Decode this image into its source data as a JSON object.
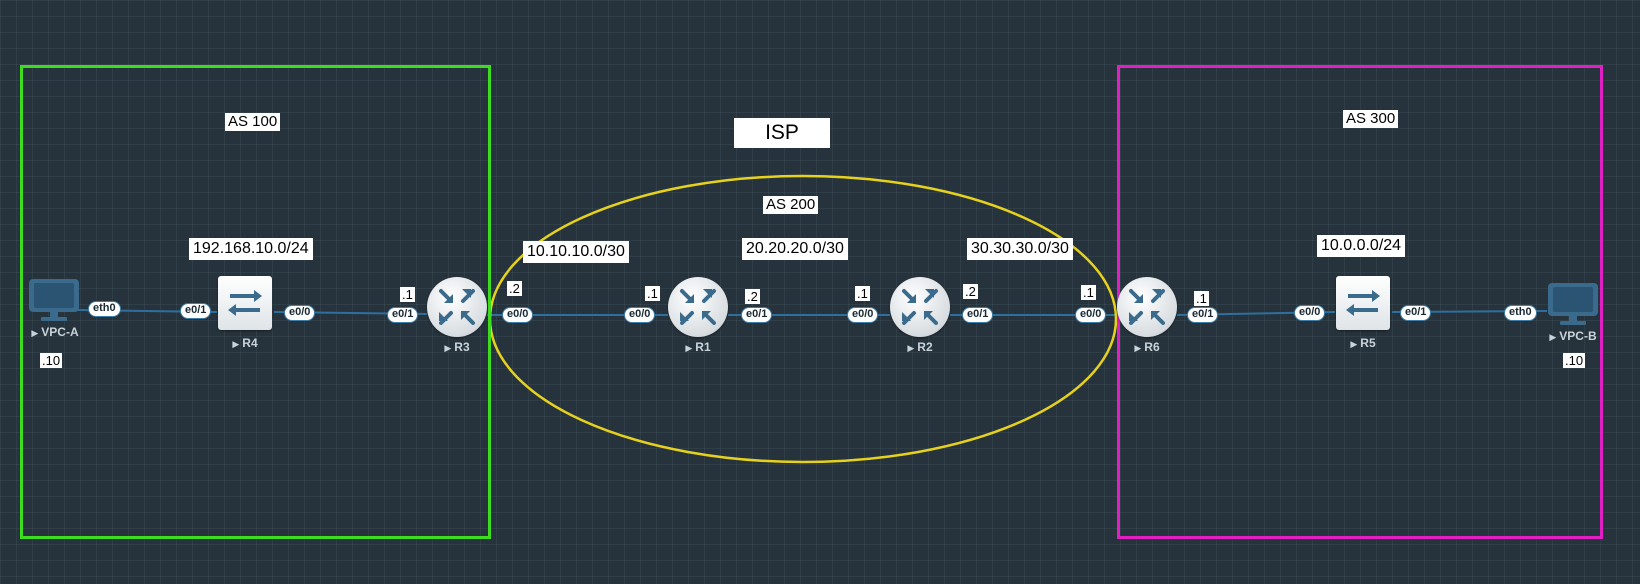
{
  "colors": {
    "background": "#26333c",
    "link": "#2e6f9e",
    "as100_border": "#3ddc1f",
    "as300_border": "#e01fc4",
    "isp_ellipse": "#e6d21e",
    "device_icon": "#3a6b8c"
  },
  "zones": {
    "as100": {
      "label": "AS 100"
    },
    "isp": {
      "title": "ISP",
      "label": "AS 200"
    },
    "as300": {
      "label": "AS 300"
    }
  },
  "subnets": {
    "lan_a": "192.168.10.0/24",
    "r3_r1": "10.10.10.0/30",
    "r1_r2": "20.20.20.0/30",
    "r2_r6": "30.30.30.0/30",
    "lan_b": "10.0.0.0/24"
  },
  "hosts": {
    "vpc_a": {
      "name": "VPC-A",
      "ip_suffix": ".10",
      "icon": "monitor-icon"
    },
    "vpc_b": {
      "name": "VPC-B",
      "ip_suffix": ".10",
      "icon": "monitor-icon"
    }
  },
  "devices": {
    "r4": {
      "name": "R4",
      "icon": "switch-icon"
    },
    "r3": {
      "name": "R3",
      "icon": "router-icon"
    },
    "r1": {
      "name": "R1",
      "icon": "router-icon"
    },
    "r2": {
      "name": "R2",
      "icon": "router-icon"
    },
    "r6": {
      "name": "R6",
      "icon": "router-icon"
    },
    "r5": {
      "name": "R5",
      "icon": "switch-icon"
    }
  },
  "ports": {
    "vpca_eth0": "eth0",
    "r4_left": "e0/1",
    "r4_right": "e0/0",
    "r3_left": "e0/1",
    "r3_right": "e0/0",
    "r1_left": "e0/0",
    "r1_right": "e0/1",
    "r2_left": "e0/0",
    "r2_right": "e0/1",
    "r6_left": "e0/0",
    "r6_right": "e0/1",
    "r5_left": "e0/0",
    "r5_right": "e0/1",
    "vpcb_eth0": "eth0"
  },
  "ip_tags": {
    "r3_left": ".1",
    "r3_right": ".2",
    "r1_left": ".1",
    "r1_right": ".2",
    "r2_left": ".1",
    "r2_right": ".2",
    "r6_left": ".1",
    "r6_right": ".1"
  }
}
